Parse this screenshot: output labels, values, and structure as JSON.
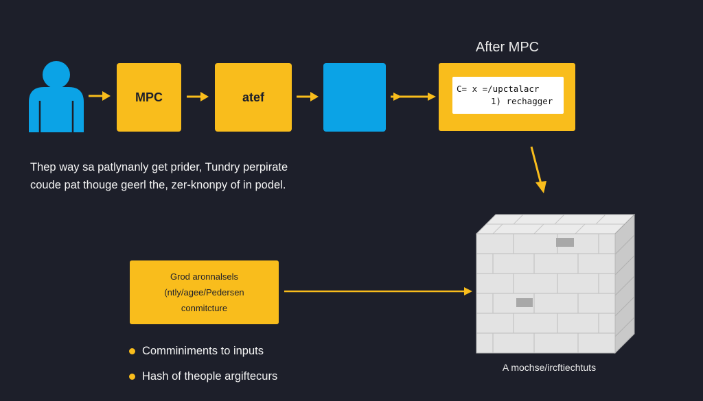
{
  "colors": {
    "background": "#1d1f2a",
    "accent": "#f9bd1c",
    "blue": "#0ba3e6",
    "text": "#f2f2f2"
  },
  "flow": {
    "boxes": [
      {
        "label": "MPC"
      },
      {
        "label": "atef"
      },
      {
        "label": ""
      }
    ]
  },
  "after": {
    "title": "After MPC",
    "formula_line1": "C= x =∕upctalacr",
    "formula_line2": "1) rechagger"
  },
  "description": {
    "line1": "Thep way sa patlynanly get prider, Tundry perpirate",
    "line2": "coude pat thouge geerl the, zer-knonpy of in podel."
  },
  "commitment_box": {
    "line1": "Grod aronnalsels",
    "line2": "(ntly/agee/Pedersen",
    "line3": "conmitcture"
  },
  "bullets": [
    {
      "text": "Comminiments to inputs"
    },
    {
      "text": "Hash of theople argiftecurs"
    }
  ],
  "wall": {
    "label": "A mochse/ircftiechtuts"
  },
  "icons": [
    "person-icon",
    "arrow-right-icon",
    "arrow-down-icon",
    "brick-wall-icon"
  ]
}
